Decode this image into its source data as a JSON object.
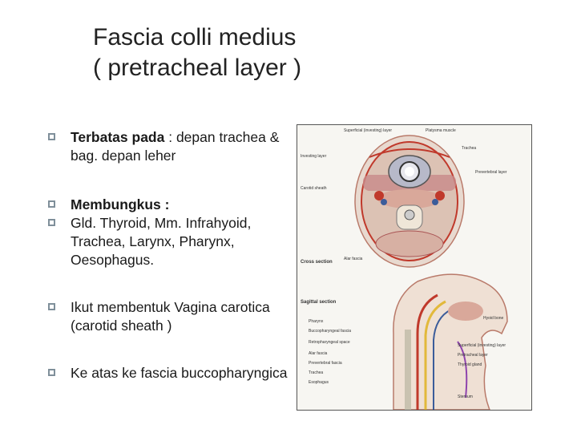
{
  "title": {
    "line1": "Fascia colli medius",
    "line2": "( pretracheal layer )"
  },
  "bullets": [
    {
      "bold": "Terbatas pada",
      "text": " : depan trachea & bag. depan leher"
    },
    {
      "bold": "Membungkus :",
      "text": ""
    },
    {
      "bold": "",
      "text": "Gld. Thyroid, Mm. Infrahyoid, Trachea, Larynx,  Pharynx, Oesophagus."
    },
    {
      "bold": "",
      "text": "Ikut membentuk Vagina carotica (carotid sheath )"
    },
    {
      "bold": "",
      "text": "Ke atas ke fascia buccopharyngica"
    }
  ],
  "figure": {
    "label_cross": "Cross section",
    "label_sagittal": "Sagittal section",
    "labels_left_top": [
      "Superficial (investing) layer",
      "Platysma muscle",
      "Trachea",
      "Prevertebral layer",
      "Investing layer",
      "Carotid sheath",
      "Alar fascia"
    ],
    "labels_left_bottom": [
      "Pharynx",
      "Buccopharyngeal fascia",
      "Retropharyngeal space",
      "Alar fascia",
      "Prevertebral fascia",
      "Trachea",
      "Esophagus"
    ],
    "labels_right_bottom": [
      "Hyoid bone",
      "Superficial (investing) layer",
      "Pretracheal layer",
      "Thyroid gland",
      "Sternum"
    ]
  }
}
